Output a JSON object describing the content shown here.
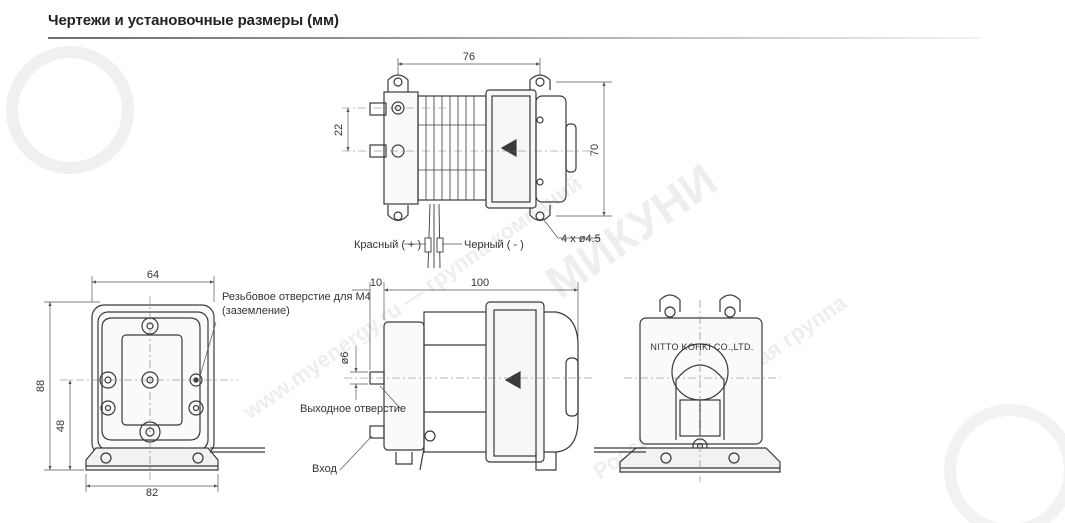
{
  "header": {
    "title": "Чертежи и установочные размеры (мм)"
  },
  "top_view": {
    "dim_width": "76",
    "dim_height": "70",
    "dim_port_spacing": "22",
    "mount_holes": "4 x ø4.5",
    "wire_red": "Красный ( + )",
    "wire_black": "Черный ( - )"
  },
  "side_view": {
    "dim_width": "64",
    "dim_base": "82",
    "dim_height": "88",
    "dim_axis_height": "48",
    "thread_hole_line1": "Резьбовое отверстие для M4",
    "thread_hole_line2": "(заземление)"
  },
  "front_view": {
    "dim_offset": "10",
    "dim_length": "100",
    "dim_port_diam": "ø6",
    "outlet_label": "Выходное отверстие",
    "inlet_label": "Вход"
  },
  "rear_view": {
    "brand_label": "NITTO KOHKI CO.,LTD."
  },
  "watermark": {
    "text1": "www.myenergy.ru — группа компаний",
    "text2": "Российско-японская группа",
    "text3": "МИКУНИ"
  },
  "colors": {
    "line": "#3a3a3a",
    "dim": "#555555",
    "watermark": "#ececec"
  }
}
